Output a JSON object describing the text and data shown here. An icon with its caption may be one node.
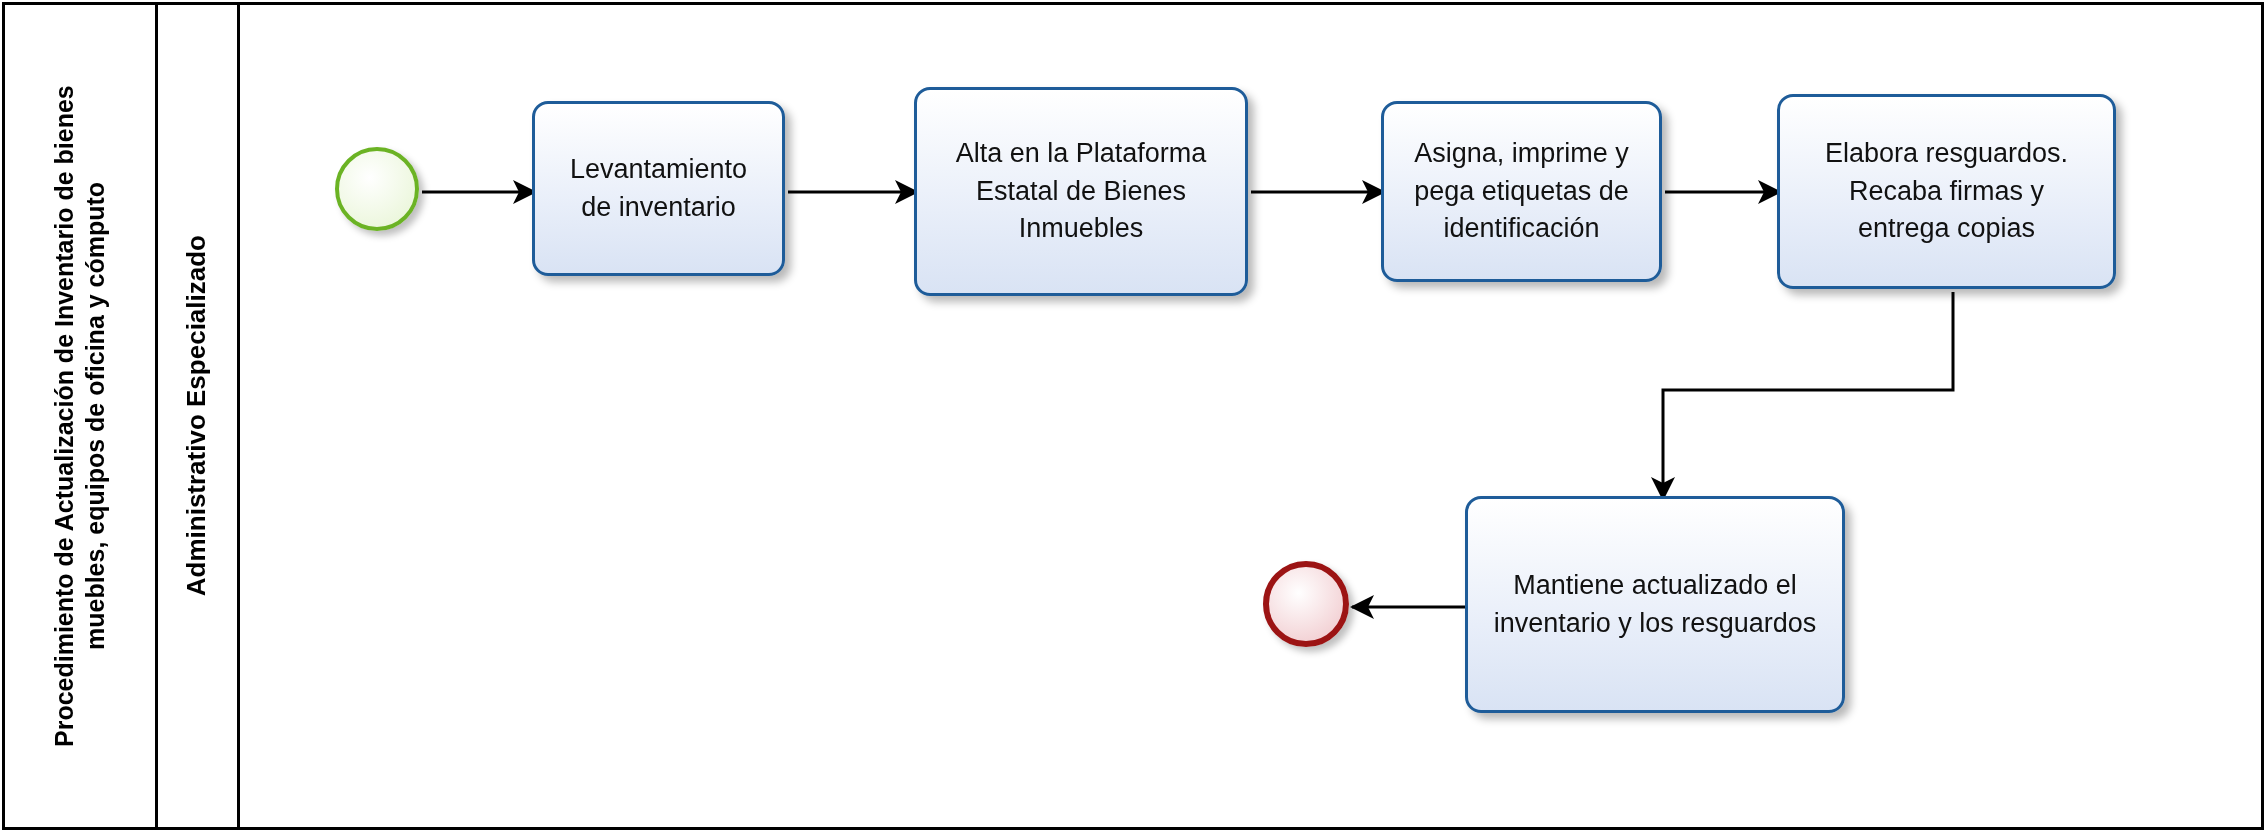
{
  "diagram": {
    "nodes": [
      {
        "text": [
          "Procedimiento de Actualización de Inventario de bienes muebles, equipos de oficina y cómputo"
        ]
      },
      {
        "text": [
          "Administrativo Especializado"
        ],
        "in": 0
      },
      {
        "text": [],
        "shape": "circle",
        "in": 1
      },
      {
        "text": [
          "Levantamiento de inventario"
        ],
        "in": 1
      },
      {
        "text": [
          "Alta en la Plataforma Estatal de Bienes Inmuebles"
        ],
        "in": 1
      },
      {
        "text": [
          "Asigna, imprime y pega etiquetas de identificación"
        ],
        "in": 1
      },
      {
        "text": [
          "Elabora resguardos. Recaba firmas y entrega copias"
        ],
        "in": 1
      },
      {
        "text": [
          "Mantiene actualizado el inventario y los resguardos"
        ],
        "in": 1
      },
      {
        "text": [],
        "shape": "circle",
        "in": 1
      }
    ],
    "edges": [
      {
        "from": 2,
        "to": 3,
        "arrow": "to"
      },
      {
        "from": 3,
        "to": 4,
        "arrow": "to"
      },
      {
        "from": 4,
        "to": 5,
        "arrow": "to"
      },
      {
        "from": 5,
        "to": 6,
        "arrow": "to"
      },
      {
        "from": 6,
        "to": 7,
        "arrow": "to"
      },
      {
        "from": 7,
        "to": 8,
        "arrow": "to"
      }
    ]
  }
}
